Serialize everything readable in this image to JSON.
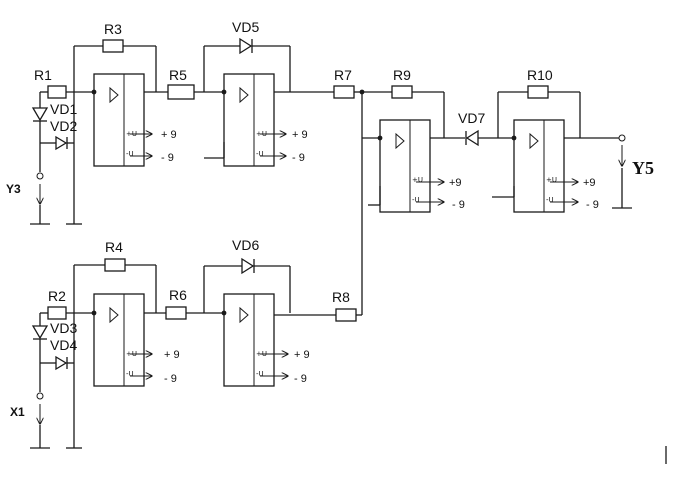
{
  "components": {
    "resistors": [
      "R1",
      "R2",
      "R3",
      "R4",
      "R5",
      "R6",
      "R7",
      "R8",
      "R9",
      "R10"
    ],
    "diodes": [
      "VD1",
      "VD2",
      "VD3",
      "VD4",
      "VD5",
      "VD6",
      "VD7"
    ]
  },
  "supplies": {
    "plus": "+ 9",
    "minus": "- 9",
    "plus_compact": "+9"
  },
  "opamp_pin_plus": "+U",
  "opamp_pin_minus": "-U",
  "inputs": {
    "y3": "Y3",
    "x1": "X1"
  },
  "output": "Y5"
}
